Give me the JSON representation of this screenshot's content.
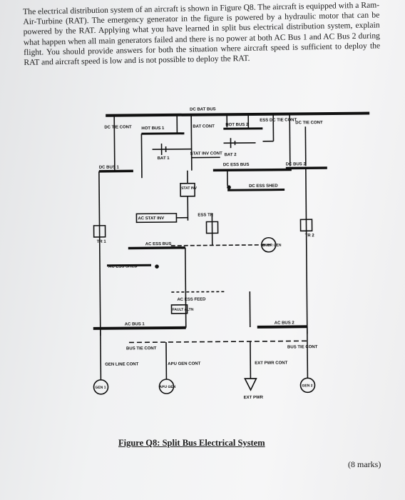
{
  "question": {
    "text": "The electrical distribution system of an aircraft is shown in Figure Q8. The aircraft is equipped with a Ram-Air-Turbine (RAT). The emergency generator in the figure is powered by a hydraulic motor that can be powered by the RAT. Applying what you have learned in split bus electrical distribution system, explain what happen when all main generators failed and there is no power at both AC Bus 1 and AC Bus 2 during flight. You should provide answers for both the situation where aircraft speed is sufficient to deploy the RAT and aircraft speed is low and is not possible to deploy the RAT."
  },
  "diagram": {
    "labels": {
      "dc_bat_bus": "DC BAT BUS",
      "dc_tie_cont_left": "DC TIE CONT",
      "hot_bus_1": "HOT BUS 1",
      "bat_cont": "BAT CONT",
      "hot_bus_2": "HOT BUS 2",
      "ess_dc_tie_cont": "ESS DC TIE CONT",
      "dc_tie_cont_right": "DC TIE CONT",
      "bat_1": "BAT 1",
      "stat_inv_cont": "STAT INV CONT",
      "bat_2": "BAT 2",
      "dc_bus_1": "DC BUS 1",
      "dc_ess_bus": "DC ESS BUS",
      "dc_bus_2": "DC BUS 2",
      "stat_inv": "STAT INV",
      "dc_ess_shed": "DC ESS SHED",
      "ac_stat_inv": "AC STAT INV",
      "ess_tr": "ESS TR",
      "tr_1": "TR 1",
      "tr_2": "TR 2",
      "ac_ess_bus": "AC ESS BUS",
      "emer_gen": "EMER GEN",
      "ac_ess_shed": "AC ESS SHED",
      "ac_ess_feed": "AC ESS FEED",
      "fault_altn": "FAULT ALTN",
      "ac_bus_1": "AC BUS 1",
      "ac_bus_2": "AC BUS 2",
      "bus_tie_cont_left": "BUS TIE CONT",
      "bus_tie_cont_right": "BUS TIE CONT",
      "gen_line_cont": "GEN LINE CONT",
      "apu_gen_cont": "APU GEN CONT",
      "ext_pwr_cont": "EXT PWR CONT",
      "gen_1": "GEN 1",
      "apu_gen": "APU GEN",
      "ext_pwr": "EXT PWR",
      "gen_2": "GEN 2"
    }
  },
  "caption": "Figure Q8: Split Bus Electrical System",
  "marks": "(8 marks)"
}
